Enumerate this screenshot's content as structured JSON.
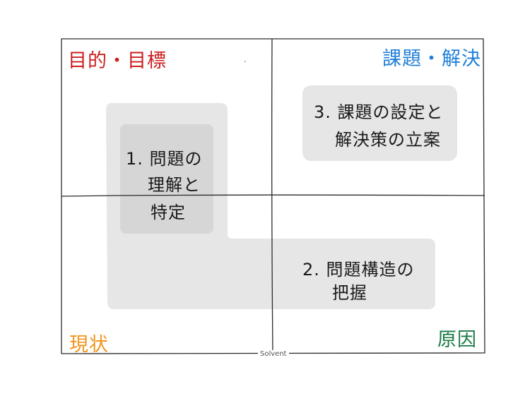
{
  "corners": {
    "top_left": {
      "text": "目的・目標",
      "color": "#cc1f1f"
    },
    "top_right": {
      "text": "課題・解決",
      "color": "#1f7fd9"
    },
    "bottom_left": {
      "text": "現状",
      "color": "#f0961e"
    },
    "bottom_right": {
      "text": "原因",
      "color": "#1a7a45"
    }
  },
  "steps": [
    {
      "line1": "1. 問題の",
      "line2": "理解と",
      "line3": "特定"
    },
    {
      "line1": "2. 問題構造の",
      "line2": "把握"
    },
    {
      "line1": "3. 課題の設定と",
      "line2": "解決策の立案"
    }
  ],
  "footer": "Solvent",
  "colors": {
    "region_outer": "#e6e6e6",
    "region_inner": "#d6d6d6",
    "grid_line": "#2b2b2b"
  }
}
